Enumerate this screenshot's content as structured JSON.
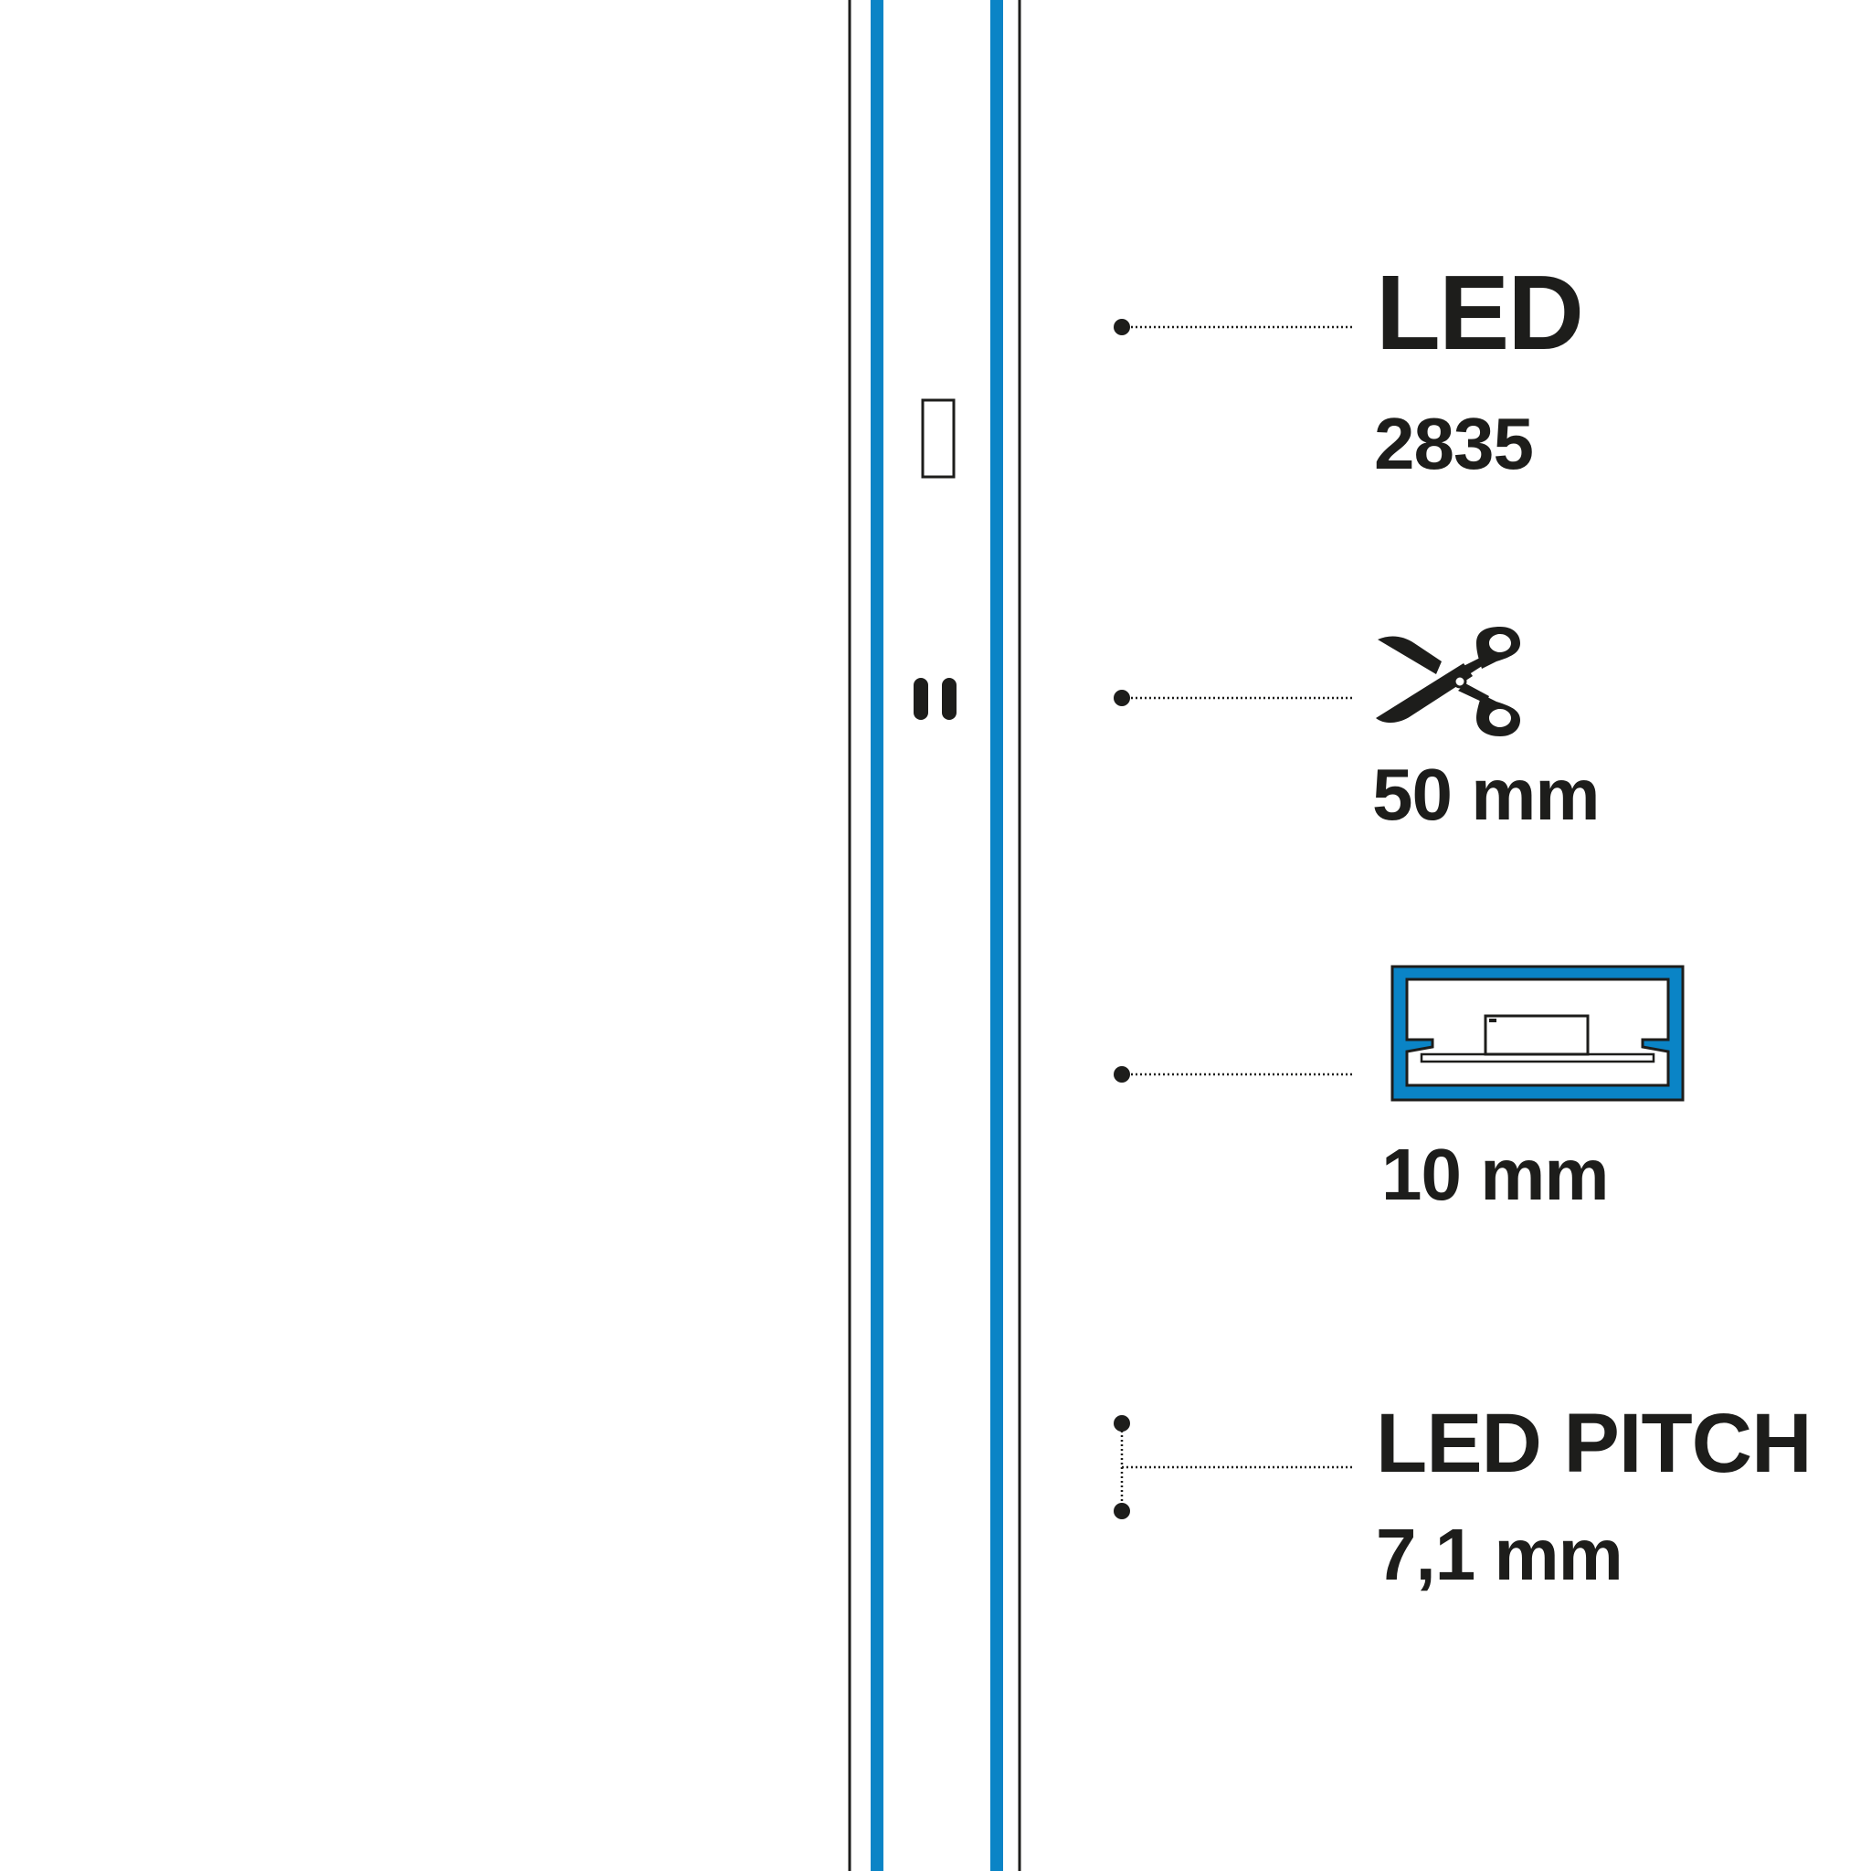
{
  "colors": {
    "accent_blue": "#0a84c6",
    "ink": "#1d1d1b",
    "background": "#ffffff"
  },
  "icons": {
    "cut": "scissors-icon",
    "profile": "profile-cross-section-icon"
  },
  "specs": {
    "led": {
      "title": "LED",
      "value": "2835"
    },
    "cut": {
      "value": "50 mm"
    },
    "width": {
      "value": "10 mm"
    },
    "pitch": {
      "title": "LED PITCH",
      "value": "7,1 mm"
    }
  }
}
